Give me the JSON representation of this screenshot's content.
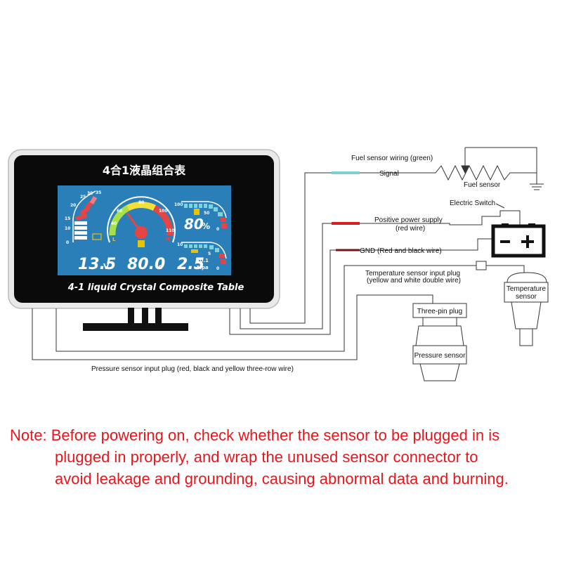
{
  "device": {
    "title_cn": "4合1液晶组合表",
    "subtitle": "4-1 liquid Crystal Composite Table",
    "display": {
      "voltage": "13.5",
      "voltage_unit": "V",
      "temperature": "80.0",
      "temperature_unit": "c",
      "fuel": "80",
      "fuel_unit": "%",
      "pressure": "2.5",
      "pressure_unit_top": "x0.1",
      "pressure_unit_bottom": "Mpa",
      "voltage_scale": [
        "35",
        "30",
        "25",
        "20",
        "15",
        "10",
        "0"
      ],
      "temp_scale": [
        "40",
        "60",
        "80",
        "100",
        "110"
      ],
      "temp_low_high": [
        "L",
        "H"
      ],
      "fuel_scale": [
        "100",
        "50",
        "0"
      ],
      "pressure_scale": [
        "10",
        "5",
        "0"
      ]
    }
  },
  "wiring": {
    "fuel_wiring": "Fuel sensor wiring (green)",
    "signal": "Signal",
    "fuel_sensor": "Fuel sensor",
    "electric_switch": "Electric Switch",
    "positive_supply": "Positive power supply",
    "red_wire": "(red wire)",
    "gnd": "GND (Red and black wire)",
    "temp_plug": "Temperature sensor input plug",
    "temp_plug_wire": "(yellow and white double wire)",
    "temp_sensor_1": "Temperature",
    "temp_sensor_2": "sensor",
    "three_pin": "Three-pin plug",
    "pressure_sensor": "Pressure sensor",
    "pressure_plug": "Pressure sensor input plug (red, black and yellow three-row wire)"
  },
  "note": {
    "line1": "Note: Before powering on, check whether the sensor to be plugged in is",
    "line2": "plugged in properly, and wrap the unused sensor connector to",
    "line3": "avoid leakage and grounding, causing abnormal data and burning."
  },
  "colors": {
    "signal_wire": "#7ecfd8",
    "power_wire": "#d42020",
    "note_text": "#e8151b",
    "screen_bg": "#2a7fb8"
  }
}
